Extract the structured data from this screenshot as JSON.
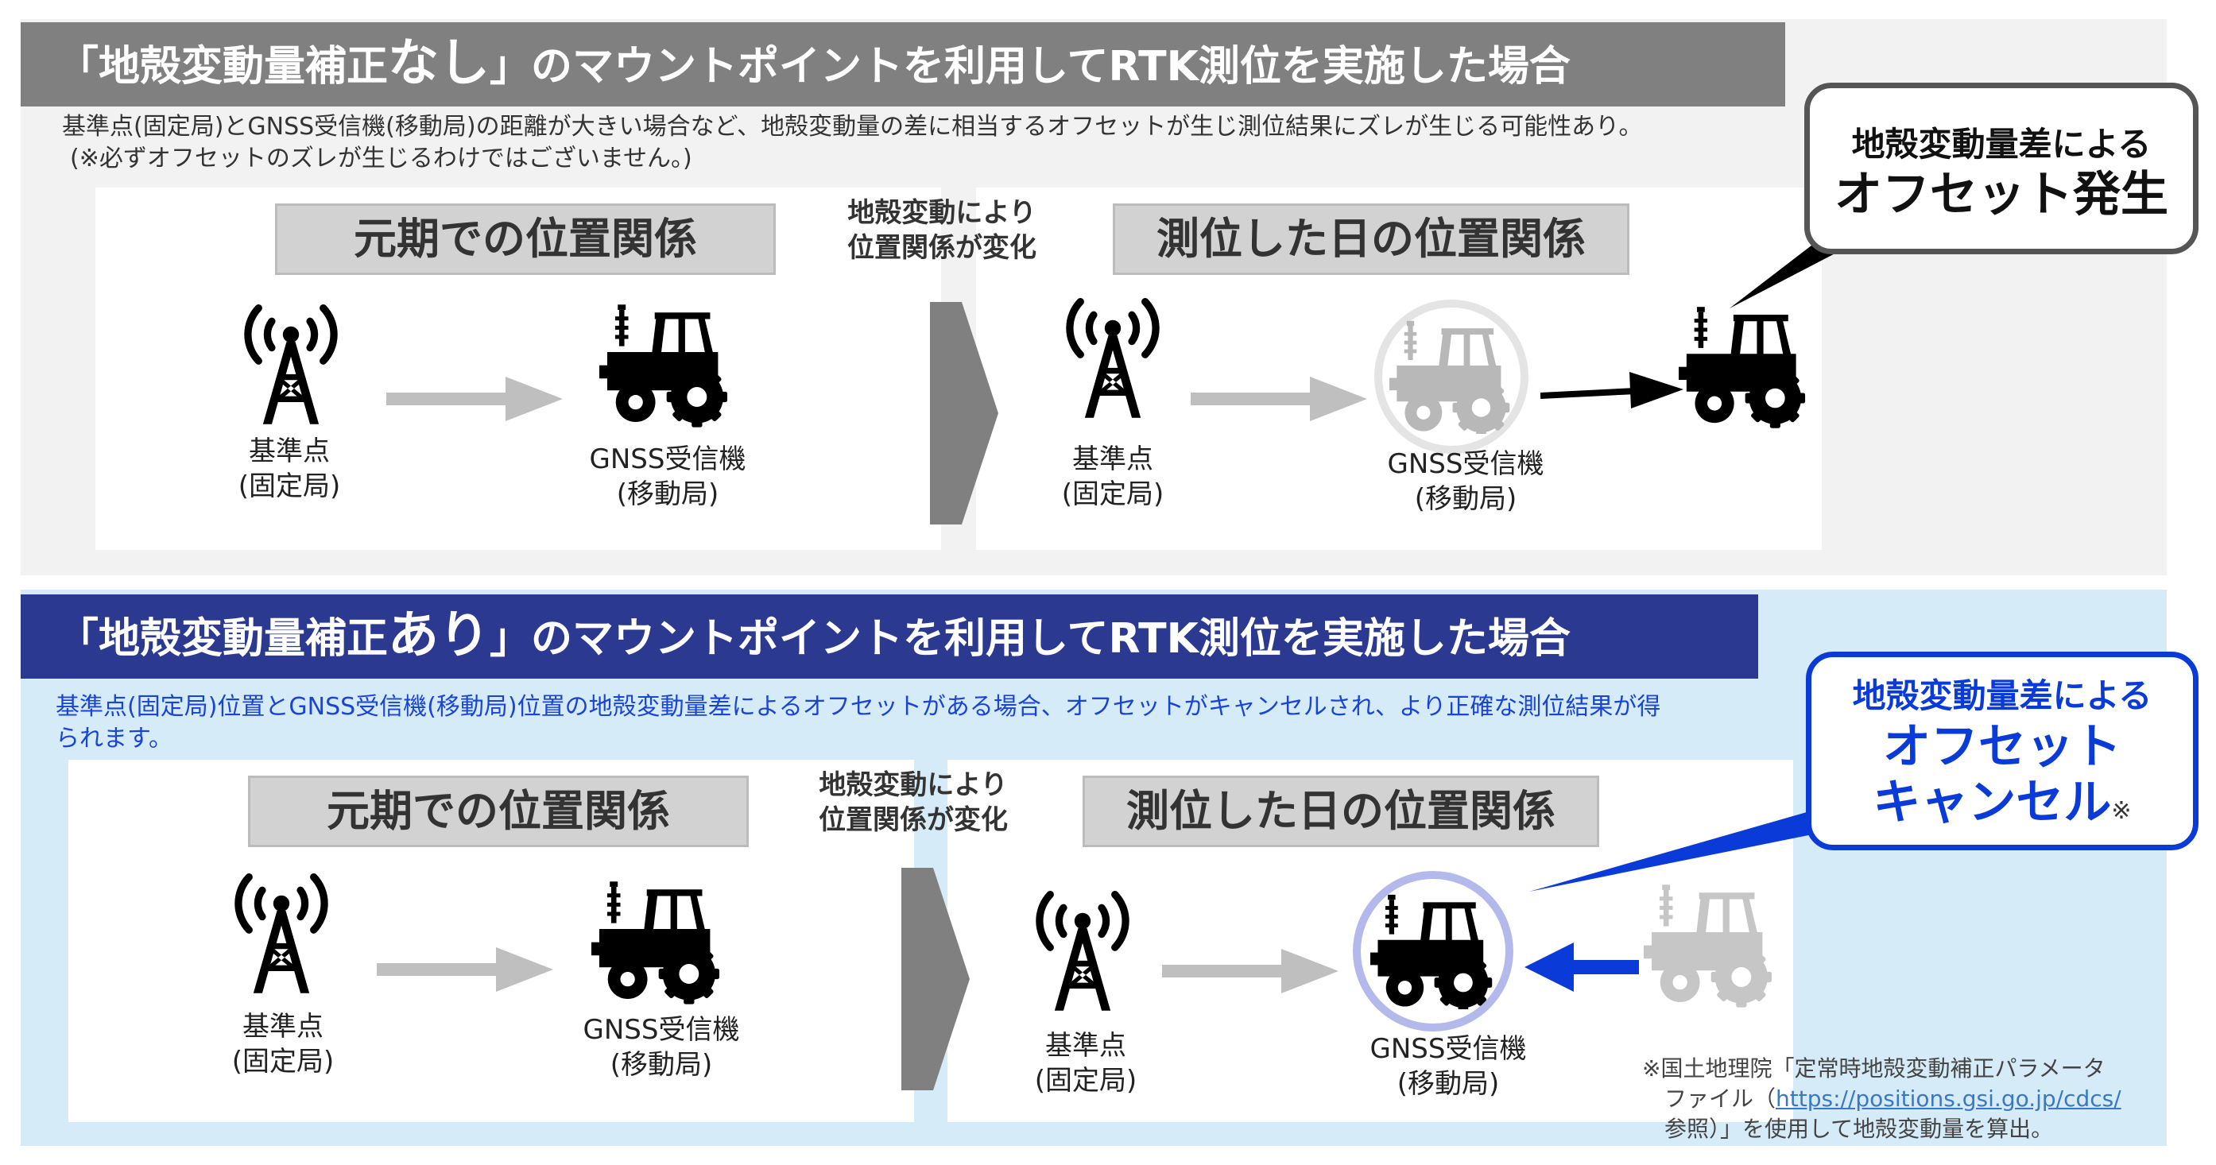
{
  "top": {
    "title_pre": "「地殻変動量補正",
    "title_big": "なし",
    "title_post": "」のマウントポイントを利用してRTK測位を実施した場合",
    "desc1": "基準点(固定局)とGNSS受信機(移動局)の距離が大きい場合など、地殻変動量の差に相当するオフセットが生じ測位結果にズレが生じる可能性あり。",
    "desc2": "(※必ずオフセットのズレが生じるわけではございません。)",
    "left_header": "元期での位置関係",
    "right_header": "測位した日の位置関係",
    "change_line1": "地殻変動により",
    "change_line2": "位置関係が変化",
    "base_label1": "基準点",
    "base_label2": "(固定局)",
    "rover_label1": "GNSS受信機",
    "rover_label2": "(移動局)",
    "callout_line1": "地殻変動量差による",
    "callout_line2": "オフセット発生"
  },
  "bottom": {
    "title_pre": "「地殻変動量補正",
    "title_big": "あり",
    "title_post": "」のマウントポイントを利用してRTK測位を実施した場合",
    "desc1": "基準点(固定局)位置とGNSS受信機(移動局)位置の地殻変動量差によるオフセットがある場合、オフセットがキャンセルされ、より正確な測位結果が得",
    "desc2": "られます。",
    "left_header": "元期での位置関係",
    "right_header": "測位した日の位置関係",
    "change_line1": "地殻変動により",
    "change_line2": "位置関係が変化",
    "base_label1": "基準点",
    "base_label2": "(固定局)",
    "rover_label1": "GNSS受信機",
    "rover_label2": "(移動局)",
    "callout_line1": "地殻変動量差による",
    "callout_line2": "オフセット",
    "callout_line3": "キャンセル",
    "callout_mark": "※",
    "note_line1": "※国土地理院「定常時地殻変動補正パラメータ",
    "note_line2_pre": "ファイル（",
    "note_link": "https://positions.gsi.go.jp/cdcs/",
    "note_line3": "参照）」を使用して地殻変動量を算出。"
  },
  "colors": {
    "top_panel_bg": "#f2f2f2",
    "top_title_bg": "#808080",
    "bottom_panel_bg": "#d6ebf8",
    "bottom_title_bg": "#2b3990",
    "accent_blue": "#0a3bd8",
    "rover_ring": "#b4b9ec",
    "gray_ring": "#e4e4e4"
  },
  "icons": {
    "base": "antenna-tower-icon",
    "rover": "tractor-icon"
  }
}
